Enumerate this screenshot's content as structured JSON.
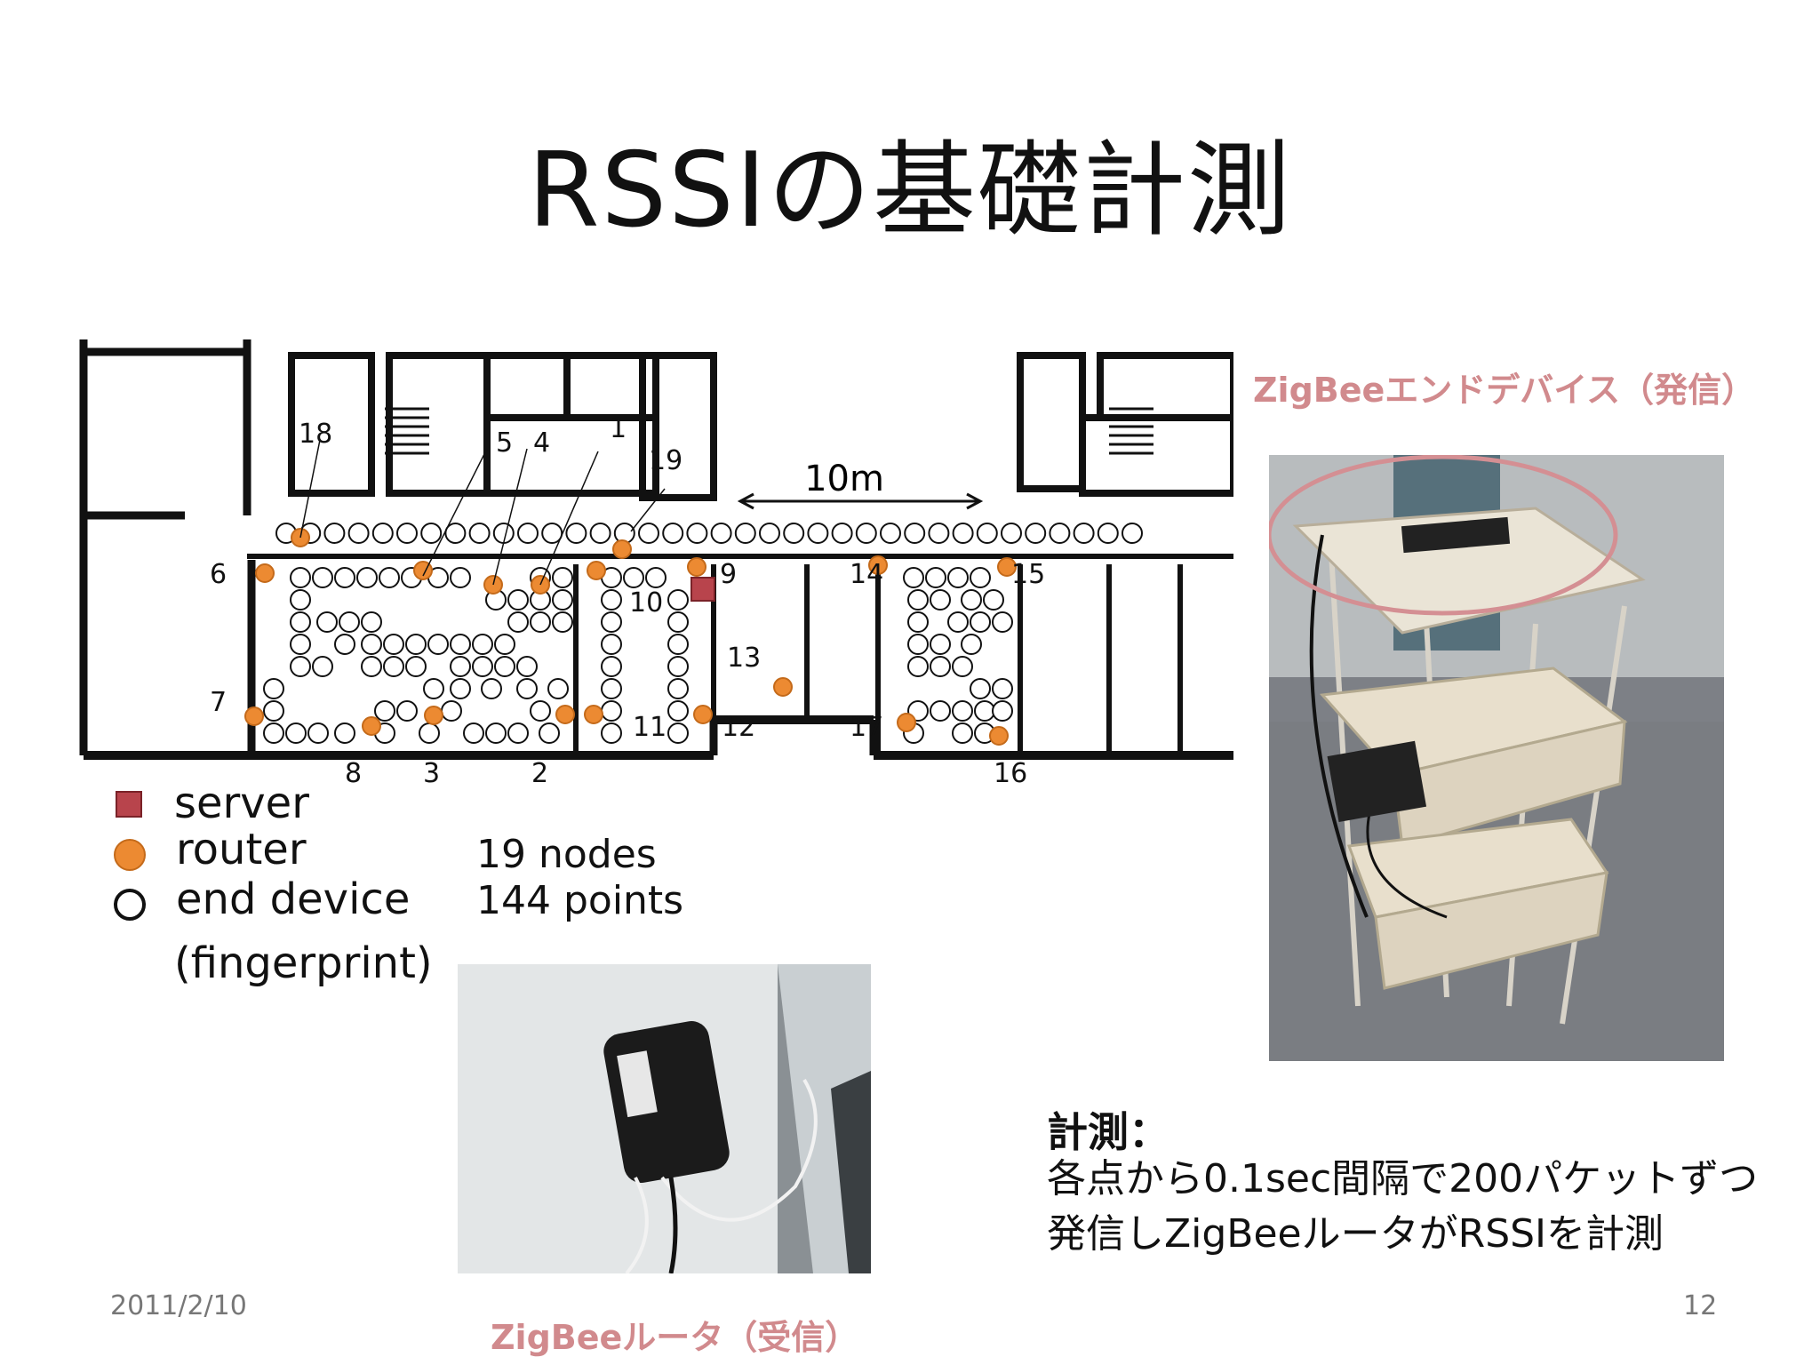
{
  "slide": {
    "title": "RSSIの基礎計測",
    "date": "2011/2/10",
    "page_number": "12"
  },
  "floorplan": {
    "scale_label": "10m",
    "node_labels": [
      "1",
      "2",
      "3",
      "4",
      "5",
      "6",
      "7",
      "8",
      "9",
      "10",
      "11",
      "12",
      "13",
      "14",
      "15",
      "16",
      "17",
      "18",
      "19"
    ],
    "icons": {
      "server": "square-red",
      "router": "circle-orange",
      "end_device": "circle-outline"
    },
    "colors": {
      "server": "#b8444c",
      "router": "#ec8a32",
      "wall": "#111111",
      "end_device": "#111111"
    }
  },
  "legend": {
    "server": "server",
    "router": "router",
    "end_device": "end device",
    "fingerprint": "(fingerprint)",
    "nodes": "19 nodes",
    "points": "144 points"
  },
  "photos": {
    "end_device_caption": "ZigBeeエンドデバイス（発信）",
    "router_caption": "ZigBeeルータ（受信）"
  },
  "measurement": {
    "heading": "計測：",
    "line1": "各点から0.1sec間隔で200パケットずつ",
    "line2": "発信しZigBeeルータがRSSIを計測"
  },
  "accent_colors": {
    "caption_pink": "#d18a8d",
    "ellipse_pink": "#d48f93"
  }
}
